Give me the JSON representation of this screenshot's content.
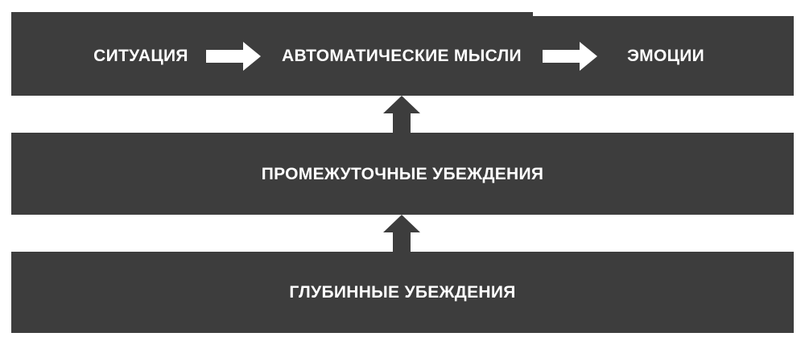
{
  "diagram": {
    "top_row": {
      "situation": "СИТУАЦИЯ",
      "automatic_thoughts": "АВТОМАТИЧЕСКИЕ МЫСЛИ",
      "emotions": "ЭМОЦИИ"
    },
    "middle": "ПРОМЕЖУТОЧНЫЕ УБЕЖДЕНИЯ",
    "bottom": "ГЛУБИННЫЕ УБЕЖДЕНИЯ",
    "colors": {
      "box": "#3d3d3d",
      "text": "#ffffff",
      "arrow_right": "#ffffff",
      "arrow_up": "#3d3d3d",
      "background": "#ffffff"
    }
  }
}
